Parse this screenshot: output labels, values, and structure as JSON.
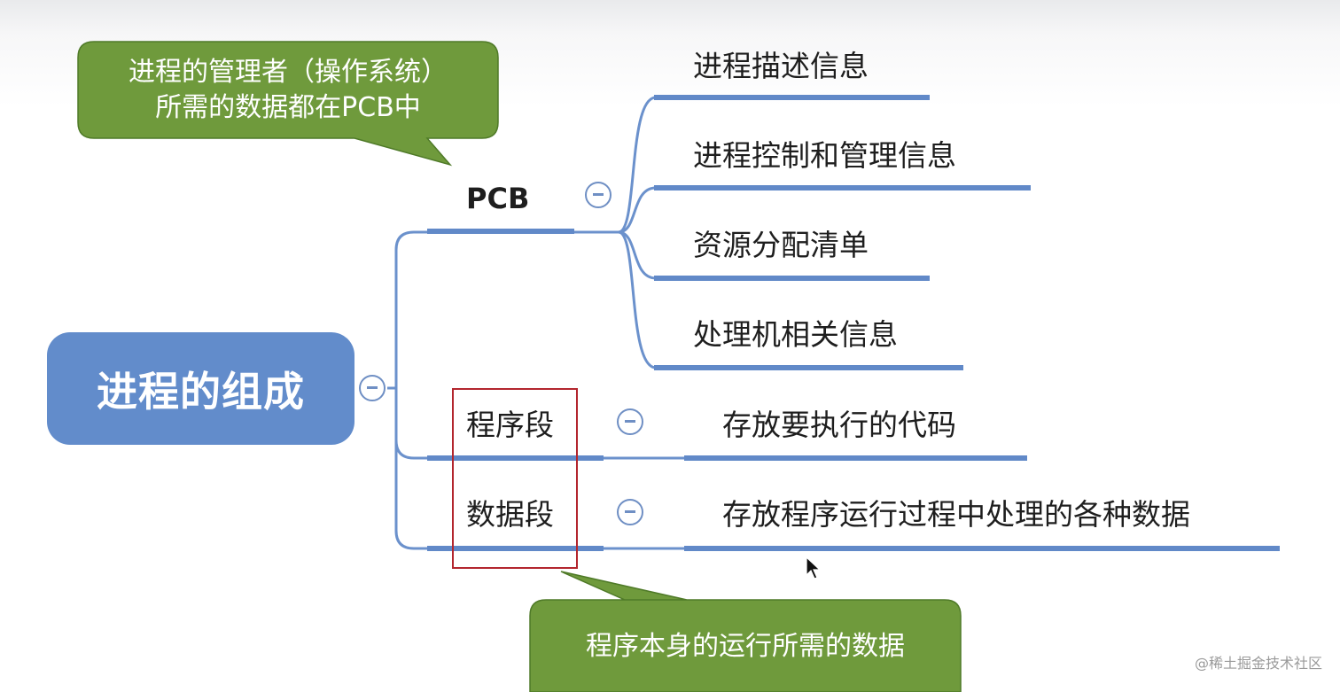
{
  "root": {
    "label": "进程的组成"
  },
  "branches": [
    {
      "label": "PCB",
      "children": [
        "进程描述信息",
        "进程控制和管理信息",
        "资源分配清单",
        "处理机相关信息"
      ]
    },
    {
      "label": "程序段",
      "children": [
        "存放要执行的代码"
      ]
    },
    {
      "label": "数据段",
      "children": [
        "存放程序运行过程中处理的各种数据"
      ]
    }
  ],
  "callouts": {
    "top": {
      "line1": "进程的管理者（操作系统）",
      "line2": "所需的数据都在PCB中"
    },
    "bottom": {
      "text": "程序本身的运行所需的数据"
    }
  },
  "watermark": "@稀土掘金技术社区",
  "colors": {
    "branch_line": "#6189c8",
    "root_fill": "#628ccb",
    "callout_fill": "#6f9a3c",
    "highlight_border": "#b3262e"
  }
}
